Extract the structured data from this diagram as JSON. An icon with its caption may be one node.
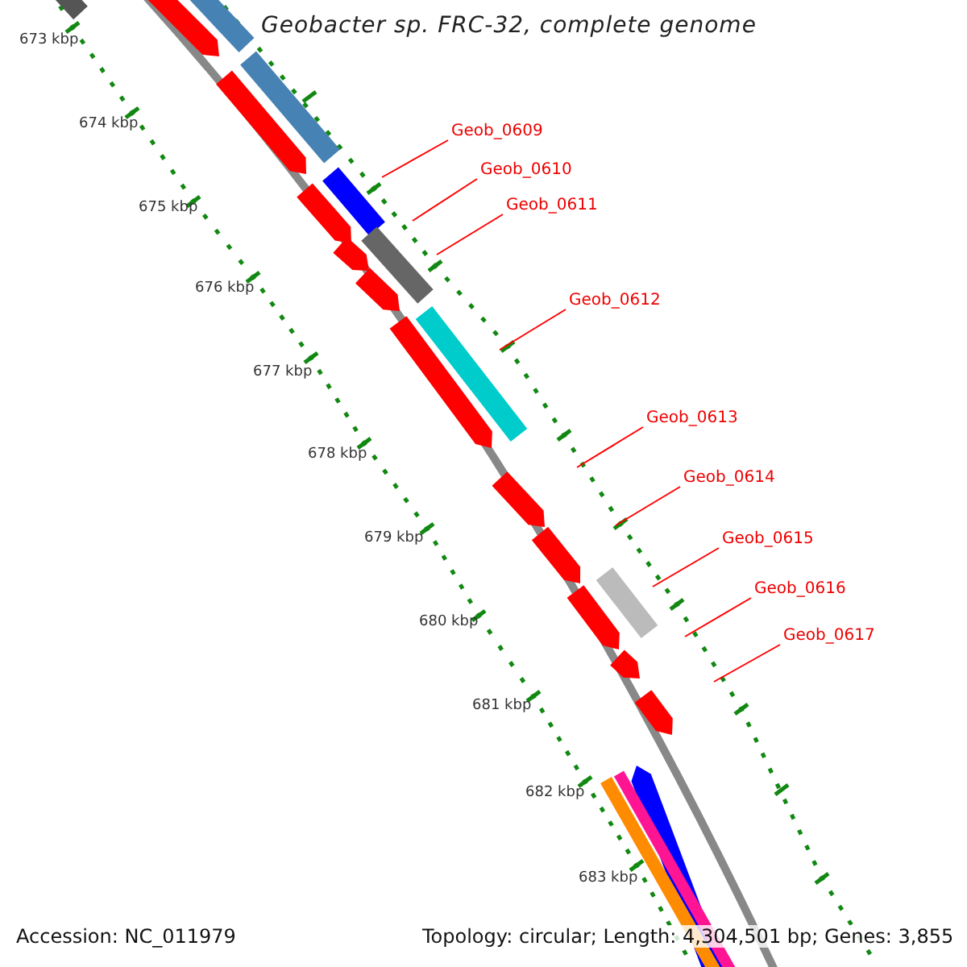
{
  "diagram": {
    "title": "Geobacter sp. FRC-32, complete genome",
    "nodes": [
      {
        "text": [
          "Geob_0609"
        ]
      },
      {
        "text": [
          "Geob_0610"
        ]
      },
      {
        "text": [
          "Geob_0611"
        ]
      },
      {
        "text": [
          "Geob_0612"
        ]
      },
      {
        "text": [
          "Geob_0613"
        ]
      },
      {
        "text": [
          "Geob_0614"
        ]
      },
      {
        "text": [
          "Geob_0615"
        ]
      },
      {
        "text": [
          "Geob_0616"
        ]
      },
      {
        "text": [
          "Geob_0617"
        ]
      }
    ],
    "edges": [
      {
        "from": 0,
        "to": null,
        "arrow": "none"
      },
      {
        "from": 1,
        "to": null,
        "arrow": "none"
      },
      {
        "from": 2,
        "to": null,
        "arrow": "none"
      },
      {
        "from": 3,
        "to": null,
        "arrow": "none"
      },
      {
        "from": 4,
        "to": null,
        "arrow": "none"
      },
      {
        "from": 5,
        "to": null,
        "arrow": "none"
      },
      {
        "from": 6,
        "to": null,
        "arrow": "none"
      },
      {
        "from": 7,
        "to": null,
        "arrow": "none"
      },
      {
        "from": 8,
        "to": null,
        "arrow": "none"
      }
    ],
    "labels": [
      "673 kbp",
      "674 kbp",
      "675 kbp",
      "676 kbp",
      "677 kbp",
      "678 kbp",
      "679 kbp",
      "680 kbp",
      "681 kbp",
      "682 kbp",
      "683 kbp",
      "Accession: NC_011979",
      "Topology: circular; Length: 4,304,501 bp; Genes: 3,855"
    ]
  }
}
